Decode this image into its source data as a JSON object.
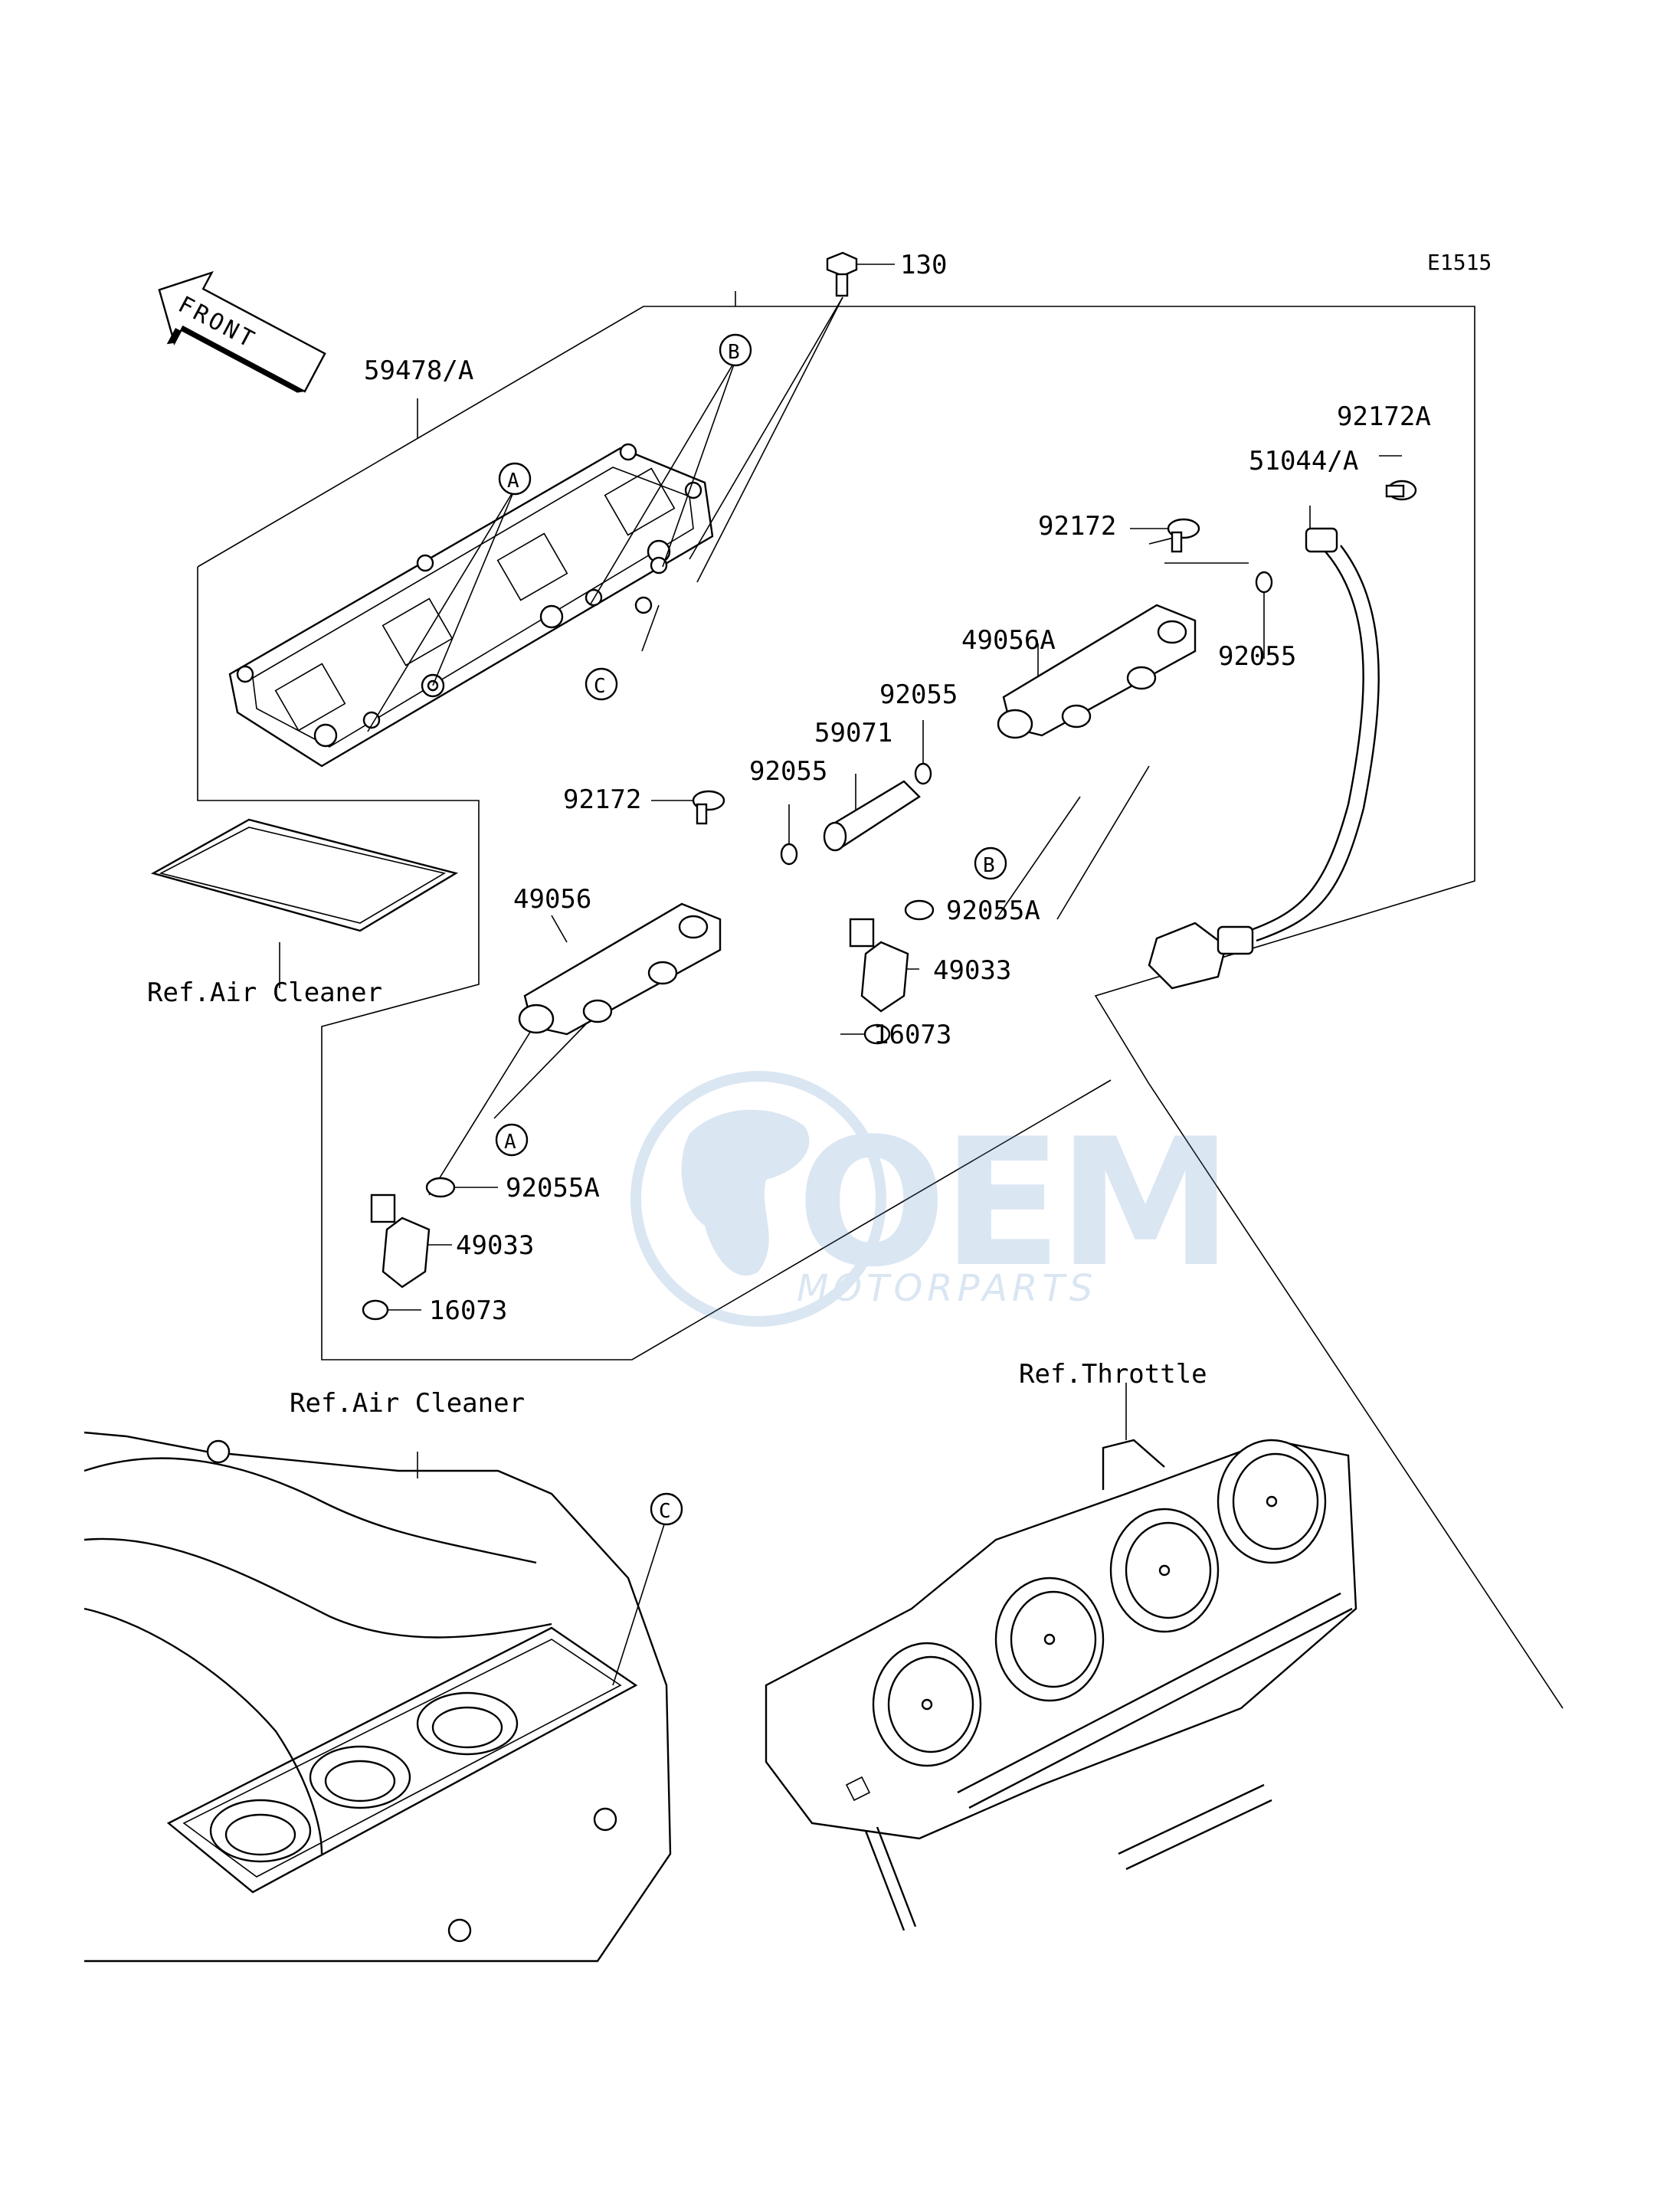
{
  "diagram_code": "E1515",
  "front_label": "FRONT",
  "part_labels": {
    "p130": "130",
    "p59478A": "59478/A",
    "p92172A": "92172A",
    "p51044A": "51044/A",
    "p92172_r": "92172",
    "p49056A": "49056A",
    "p92055_r": "92055",
    "p92055_m1": "92055",
    "p59071": "59071",
    "p92055_m2": "92055",
    "p92172_l": "92172",
    "p49056": "49056",
    "p92055A_r": "92055A",
    "p49033_r": "49033",
    "p16073_r": "16073",
    "p92055A_l": "92055A",
    "p49033_l": "49033",
    "p16073_l": "16073"
  },
  "reference_labels": {
    "air_cleaner_top": "Ref.Air Cleaner",
    "air_cleaner_bottom": "Ref.Air Cleaner",
    "throttle": "Ref.Throttle"
  },
  "callouts": {
    "a1": "A",
    "a2": "A",
    "b1": "B",
    "b2": "B",
    "c1": "C",
    "c2": "C"
  },
  "watermark": {
    "brand": "OEM",
    "tagline": "MOTORPARTS",
    "color": "#5b8fc9"
  }
}
